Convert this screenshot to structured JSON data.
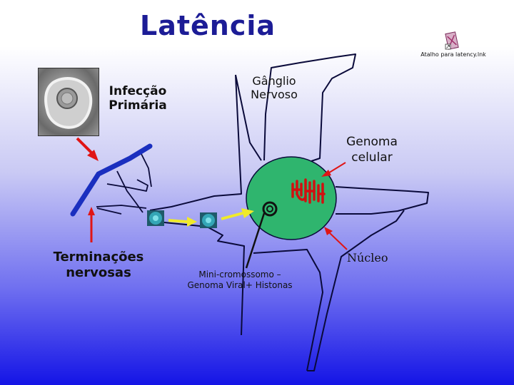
{
  "title": "Latência",
  "labels": {
    "infeccao": [
      "Infecção",
      "Primária"
    ],
    "ganglio": [
      "Gânglio",
      "Nervoso"
    ],
    "genoma": [
      "Genoma",
      "celular"
    ],
    "terminacoes": [
      "Terminações",
      "nervosas"
    ],
    "nucleo": "Núcleo",
    "minicromossomo": [
      "Mini-cromossomo –",
      "Genoma Viral+ Histonas"
    ]
  },
  "shortcut": {
    "label": "Atalho para latency.lnk",
    "icon": "shortcut-file-icon"
  },
  "colors": {
    "title": "#1c1c96",
    "neuron_outline": "#0a0a3a",
    "axon_thick": "#1a2fbf",
    "nucleus_fill": "#2fb56e",
    "chromatin": "#d11010",
    "red_arrow": "#e01515",
    "virion_arrow": "#f0ea2a"
  }
}
